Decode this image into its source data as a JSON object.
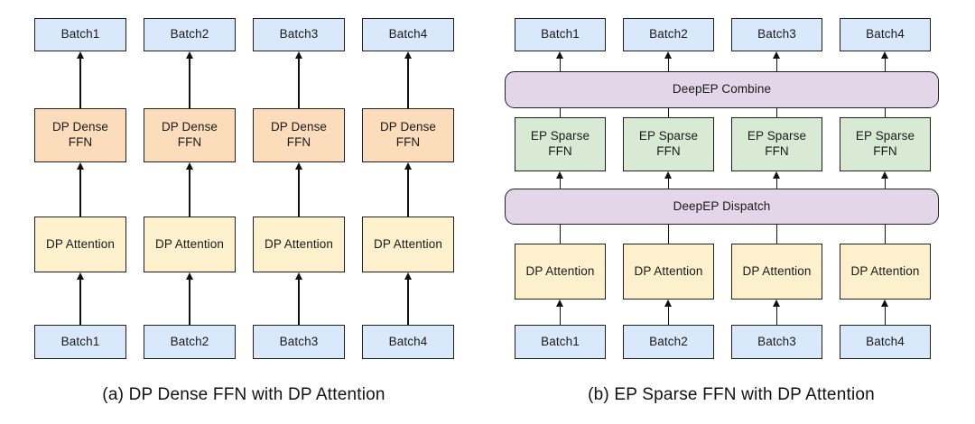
{
  "figure": {
    "panels": [
      {
        "id": "a",
        "caption": "(a) DP Dense FFN with DP Attention",
        "rows": [
          {
            "id": "output-batches",
            "kind": "per-column",
            "style": "blue",
            "labels": [
              "Batch1",
              "Batch2",
              "Batch3",
              "Batch4"
            ]
          },
          {
            "id": "dense-ffn",
            "kind": "per-column",
            "style": "orange",
            "labels": [
              "DP Dense FFN",
              "DP Dense FFN",
              "DP Dense FFN",
              "DP Dense FFN"
            ],
            "label_lines": [
              [
                "DP Dense",
                "FFN"
              ],
              [
                "DP Dense",
                "FFN"
              ],
              [
                "DP Dense",
                "FFN"
              ],
              [
                "DP Dense",
                "FFN"
              ]
            ]
          },
          {
            "id": "attention",
            "kind": "per-column",
            "style": "yellow",
            "labels": [
              "DP Attention",
              "DP Attention",
              "DP Attention",
              "DP Attention"
            ]
          },
          {
            "id": "input-batches",
            "kind": "per-column",
            "style": "blue",
            "labels": [
              "Batch1",
              "Batch2",
              "Batch3",
              "Batch4"
            ]
          }
        ]
      },
      {
        "id": "b",
        "caption": "(b) EP Sparse FFN with DP Attention",
        "rows": [
          {
            "id": "output-batches",
            "kind": "per-column",
            "style": "blue",
            "labels": [
              "Batch1",
              "Batch2",
              "Batch3",
              "Batch4"
            ]
          },
          {
            "id": "deepep-combine",
            "kind": "full-width",
            "style": "purple",
            "label": "DeepEP Combine"
          },
          {
            "id": "sparse-ffn",
            "kind": "per-column",
            "style": "green",
            "labels": [
              "EP Sparse FFN",
              "EP Sparse FFN",
              "EP Sparse FFN",
              "EP Sparse FFN"
            ],
            "label_lines": [
              [
                "EP Sparse",
                "FFN"
              ],
              [
                "EP Sparse",
                "FFN"
              ],
              [
                "EP Sparse",
                "FFN"
              ],
              [
                "EP Sparse",
                "FFN"
              ]
            ]
          },
          {
            "id": "deepep-dispatch",
            "kind": "full-width",
            "style": "purple",
            "label": "DeepEP Dispatch"
          },
          {
            "id": "attention",
            "kind": "per-column",
            "style": "yellow",
            "labels": [
              "DP Attention",
              "DP Attention",
              "DP Attention",
              "DP Attention"
            ]
          },
          {
            "id": "input-batches",
            "kind": "per-column",
            "style": "blue",
            "labels": [
              "Batch1",
              "Batch2",
              "Batch3",
              "Batch4"
            ]
          }
        ]
      }
    ]
  },
  "colors": {
    "blue": "#dae8fc",
    "orange": "#fbdcbb",
    "yellow": "#fdf0cd",
    "green": "#d8ead4",
    "purple": "#e3d6e9",
    "stroke": "#1f1f1f",
    "background": "#ffffff"
  },
  "panel_a": {
    "caption": "(a) DP Dense FFN with DP Attention",
    "out_batch": [
      "Batch1",
      "Batch2",
      "Batch3",
      "Batch4"
    ],
    "ffn_line1": [
      "DP Dense",
      "DP Dense",
      "DP Dense",
      "DP Dense"
    ],
    "ffn_line2": [
      "FFN",
      "FFN",
      "FFN",
      "FFN"
    ],
    "attention": [
      "DP Attention",
      "DP Attention",
      "DP Attention",
      "DP Attention"
    ],
    "in_batch": [
      "Batch1",
      "Batch2",
      "Batch3",
      "Batch4"
    ]
  },
  "panel_b": {
    "caption": "(b) EP Sparse FFN with DP Attention",
    "out_batch": [
      "Batch1",
      "Batch2",
      "Batch3",
      "Batch4"
    ],
    "combine": "DeepEP Combine",
    "ffn_line1": [
      "EP Sparse",
      "EP Sparse",
      "EP Sparse",
      "EP Sparse"
    ],
    "ffn_line2": [
      "FFN",
      "FFN",
      "FFN",
      "FFN"
    ],
    "dispatch": "DeepEP Dispatch",
    "attention": [
      "DP Attention",
      "DP Attention",
      "DP Attention",
      "DP Attention"
    ],
    "in_batch": [
      "Batch1",
      "Batch2",
      "Batch3",
      "Batch4"
    ]
  }
}
